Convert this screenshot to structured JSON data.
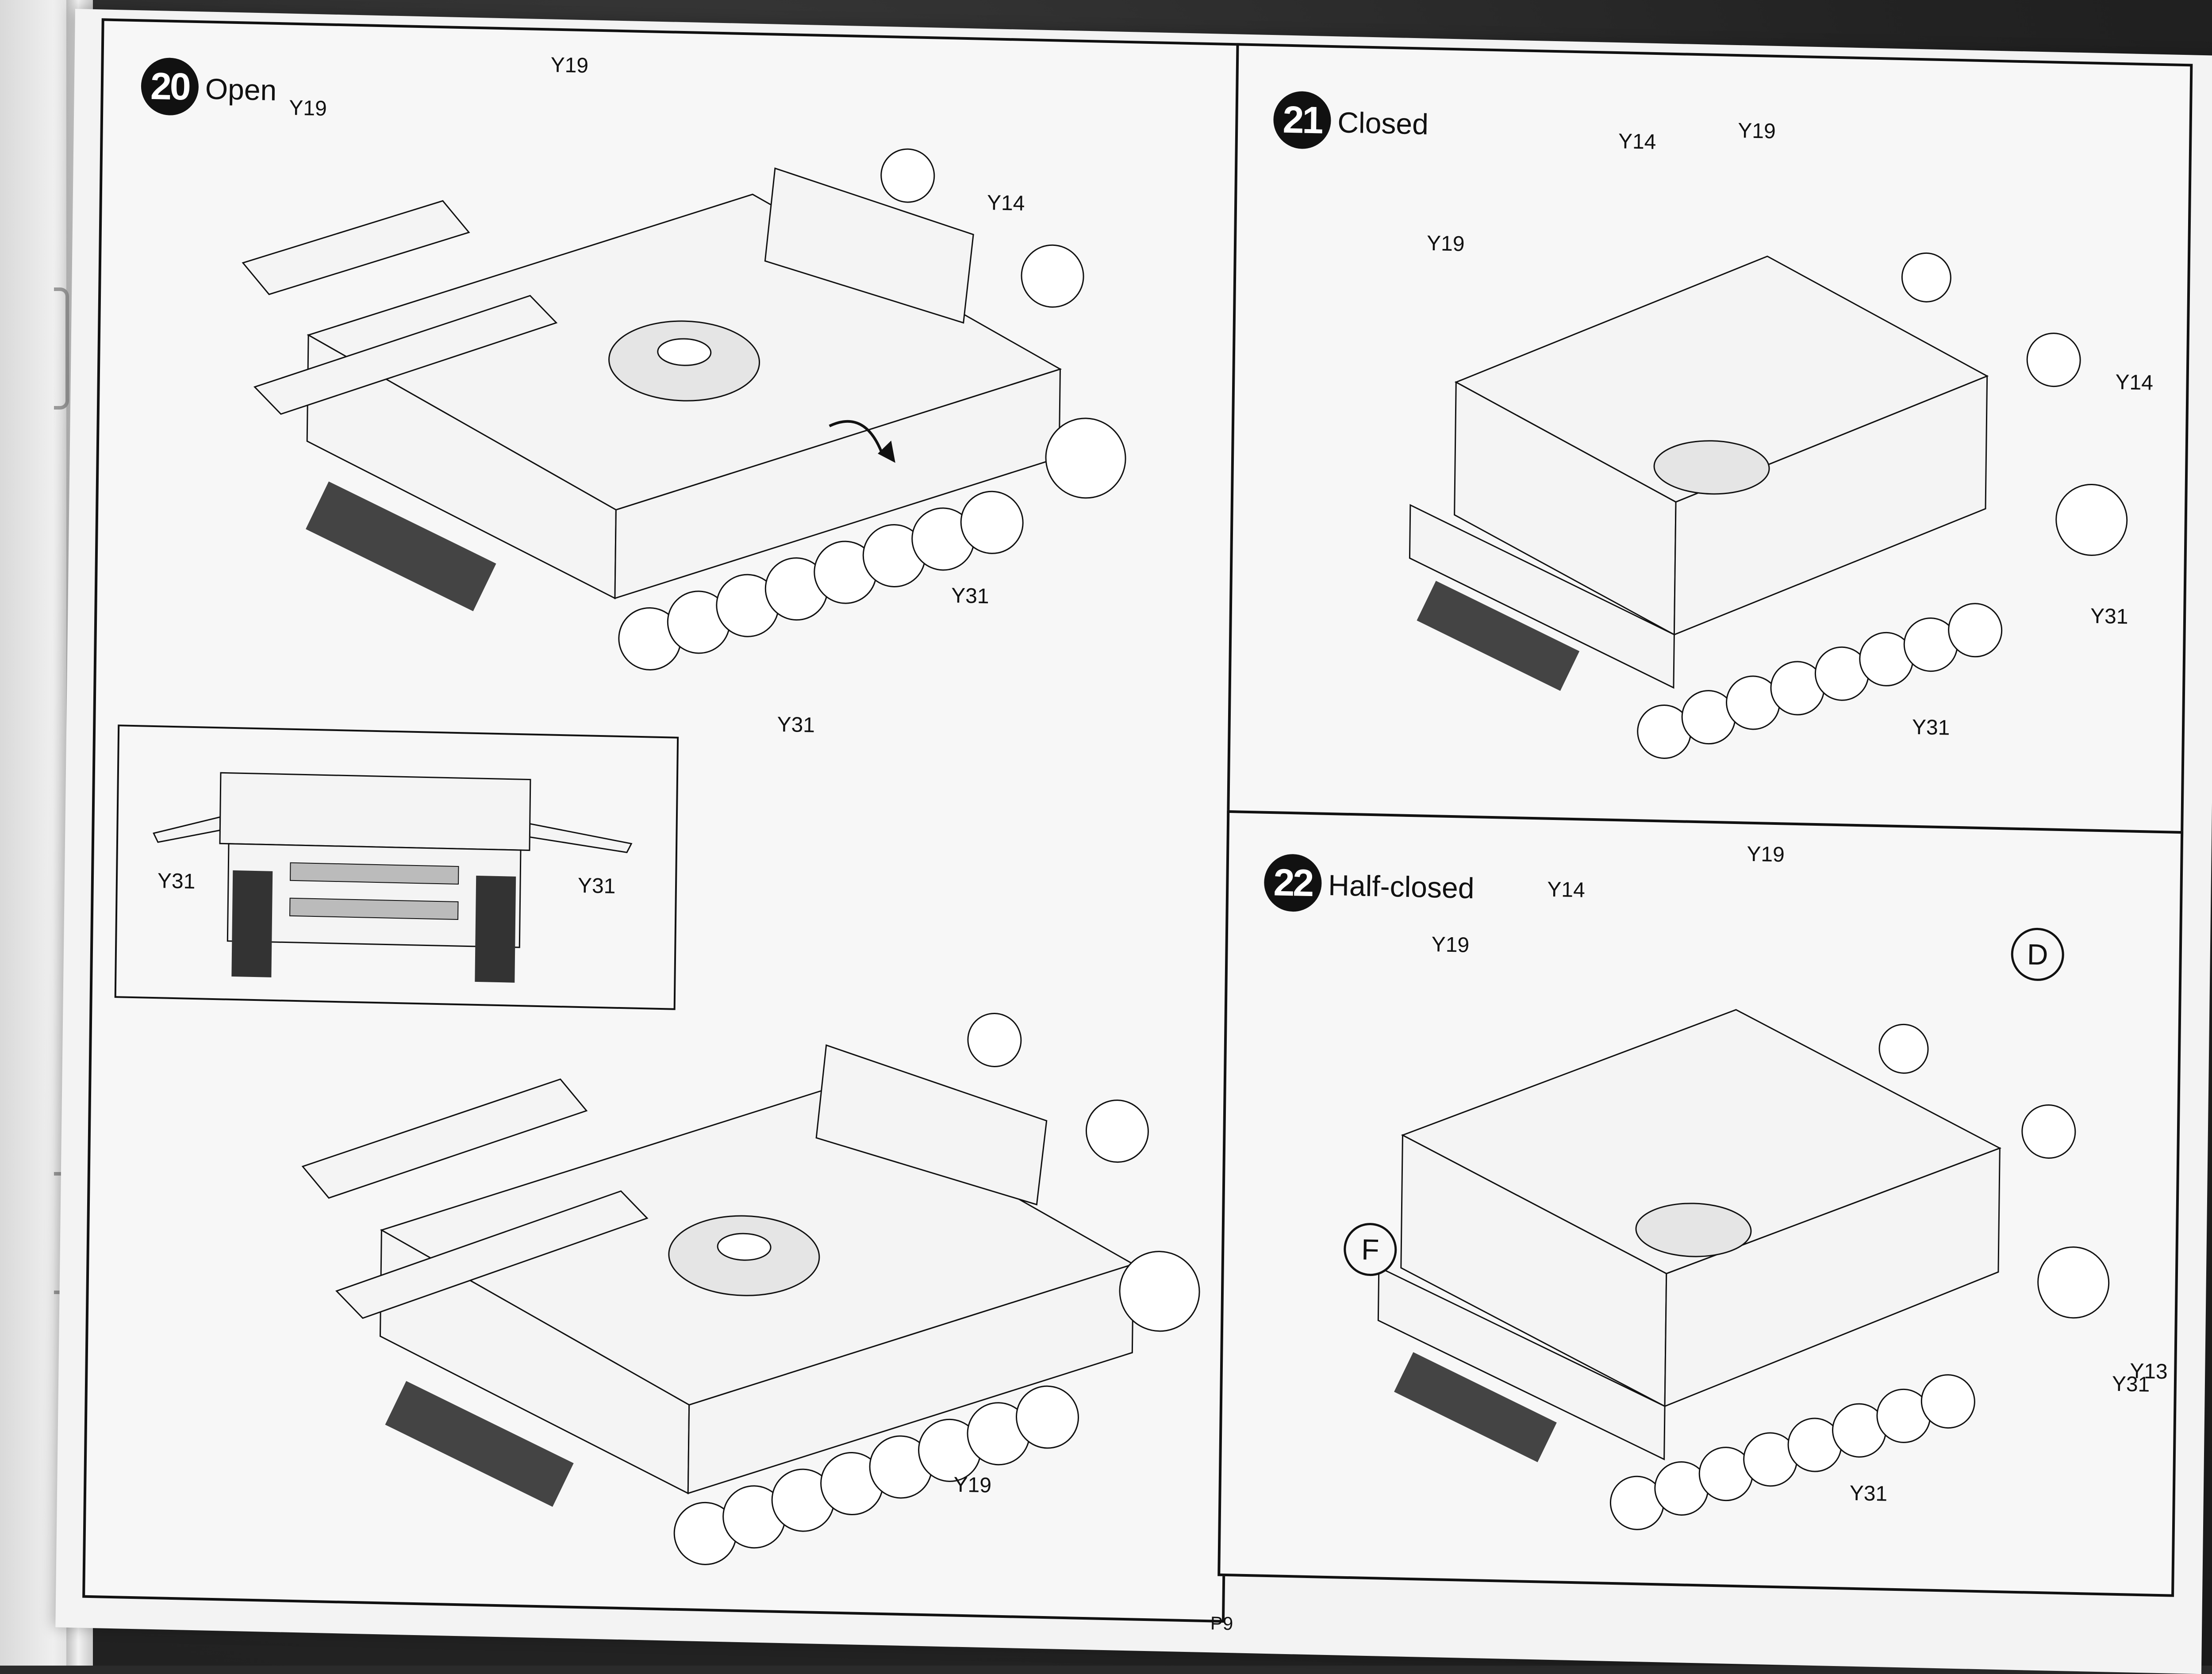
{
  "page": {
    "number": "P9"
  },
  "step20": {
    "number": "20",
    "title": "Open",
    "labels": [
      "Y19",
      "Y19",
      "Y14",
      "Y31",
      "Y31",
      "Y19"
    ],
    "inset_labels": [
      "Y31",
      "Y31"
    ]
  },
  "step21": {
    "number": "21",
    "title": "Closed",
    "labels": [
      "Y14",
      "Y19",
      "Y19",
      "Y14",
      "Y31",
      "Y31"
    ]
  },
  "step22": {
    "number": "22",
    "title": "Half-closed",
    "labels": [
      "Y19",
      "Y14",
      "Y19",
      "Y31",
      "Y13",
      "Y31"
    ],
    "markers": [
      "D",
      "F"
    ]
  },
  "icons": {
    "arrow": "curved-arrow-icon",
    "staple": "staple-icon"
  }
}
